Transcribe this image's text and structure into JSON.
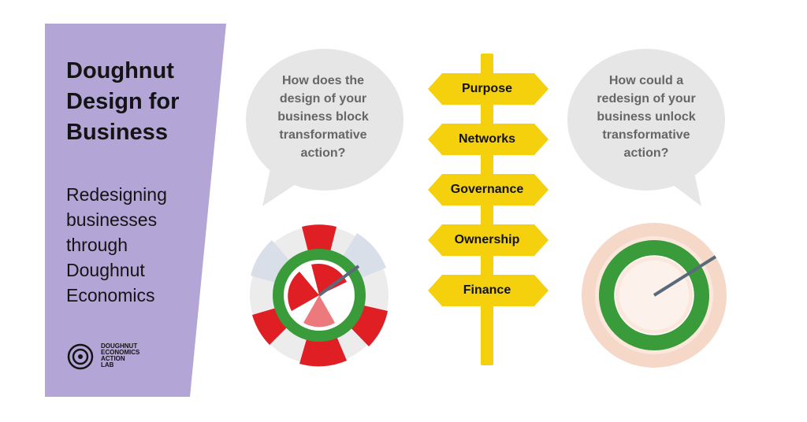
{
  "title": "Doughnut\nDesign for\nBusiness",
  "subtitle": "Redesigning\nbusinesses\nthrough\nDoughnut\nEconomics",
  "logo_text": "DOUGHNUT\nECONOMICS\nACTION\nLAB",
  "bubble_left": "How does the\ndesign of your\nbusiness block\ntransformative\naction?",
  "bubble_right": "How could a\nredesign of your\nbusiness unlock\ntransformative\naction?",
  "signs": [
    "Purpose",
    "Networks",
    "Governance",
    "Ownership",
    "Finance"
  ],
  "colors": {
    "panel": "#b3a5d6",
    "sign": "#f4d10c",
    "bubble": "#e6e6e6",
    "doughnut_green": "#3a9b3a",
    "overshoot_red": "#e01f24"
  }
}
